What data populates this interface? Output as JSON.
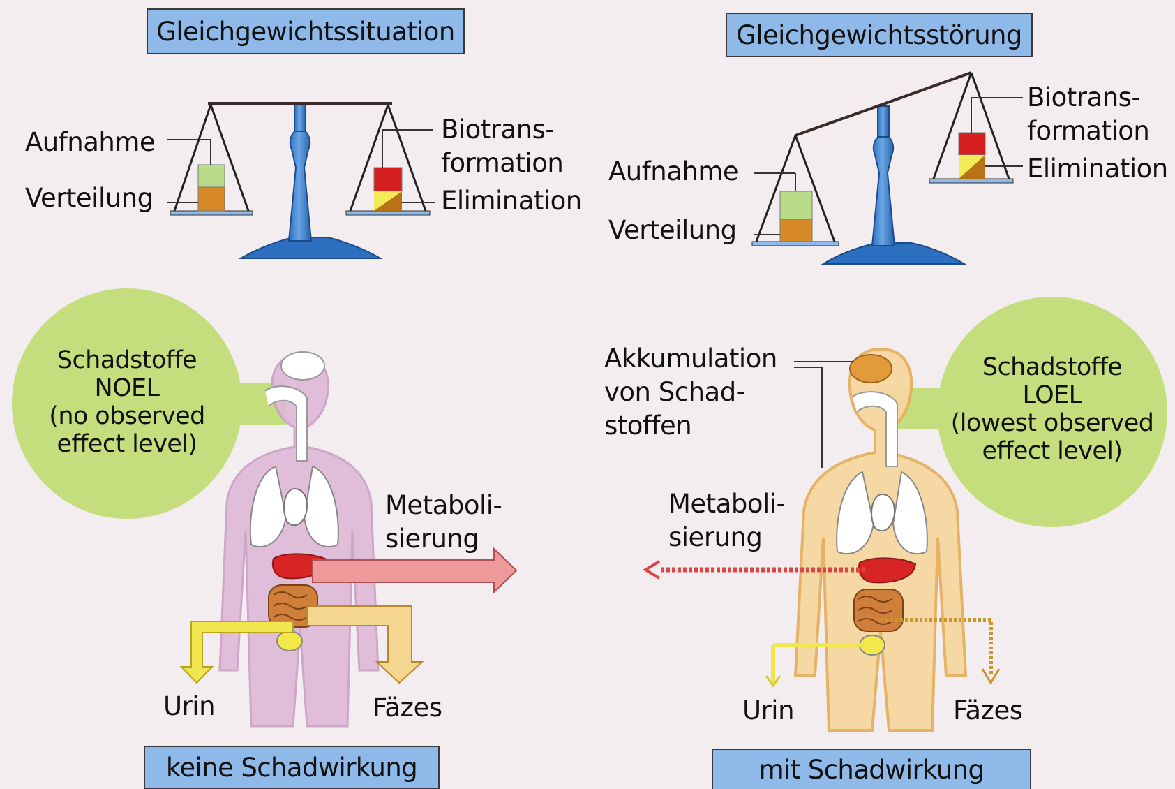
{
  "left": {
    "title": "Gleichgewichtssituation",
    "scale_label_1": "Aufnahme",
    "scale_label_2": "Verteilung",
    "scale_label_3a": "Biotrans-",
    "scale_label_3b": "formation",
    "scale_label_4": "Elimination",
    "circle_line_1": "Schadstoffe",
    "circle_line_2": "NOEL",
    "circle_line_3": "(no observed",
    "circle_line_4": "effect level)",
    "metab_1": "Metaboli-",
    "metab_2": "sierung",
    "urin": "Urin",
    "faezes": "Fäzes",
    "footer": "keine Schadwirkung"
  },
  "right": {
    "title": "Gleichgewichtsstörung",
    "scale_label_1a": "Biotrans-",
    "scale_label_1b": "formation",
    "scale_label_2": "Elimination",
    "scale_label_3": "Aufnahme",
    "scale_label_4": "Verteilung",
    "akk_1": "Akkumulation",
    "akk_2": "von Schad-",
    "akk_3": "stoffen",
    "circle_line_1": "Schadstoffe",
    "circle_line_2": "LOEL",
    "circle_line_3": "(lowest observed",
    "circle_line_4": "effect level)",
    "metab_1": "Metaboli-",
    "metab_2": "sierung",
    "urin": "Urin",
    "faezes": "Fäzes",
    "footer": "mit Schadwirkung"
  },
  "colors": {
    "box_fill": "#8fb9e8",
    "circle_fill": "#c4de7d",
    "scale_blue": "#3b7fcc",
    "body_fill": "#dfb8d6",
    "body_fill_toxic": "#f6d7a0",
    "organ_red": "#d72525",
    "liver_orange": "#e39a3a",
    "arrow_pink": "#ef9a9a",
    "arrow_yellow": "#f2e650"
  }
}
